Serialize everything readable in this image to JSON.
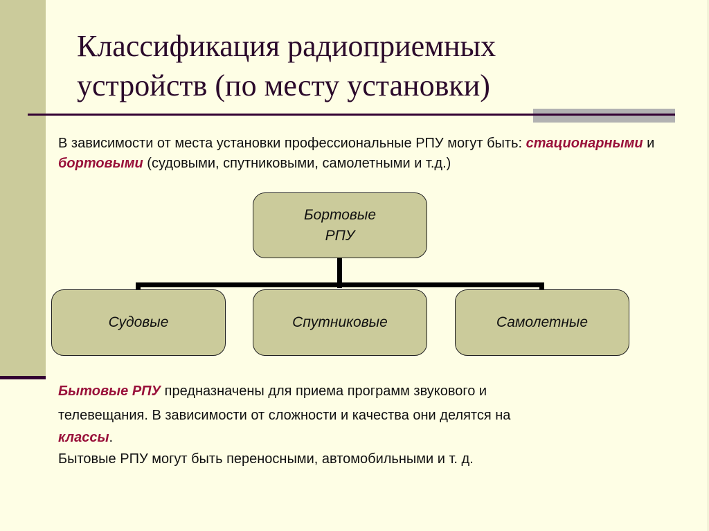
{
  "slide": {
    "title_line1": "Классификация радиоприемных",
    "title_line2": "устройств (по месту установки)",
    "intro": {
      "text_before": "В зависимости от места установки профессиональные РПУ могут быть: ",
      "accent1": "стационарными",
      "text_mid": " и ",
      "accent2": "бортовыми",
      "text_after": " (судовыми, спутниковыми, самолетными и т.д.)"
    },
    "diagram": {
      "root": {
        "line1": "Бортовые",
        "line2": "РПУ"
      },
      "children": [
        {
          "label": "Судовые"
        },
        {
          "label": "Спутниковые"
        },
        {
          "label": "Самолетные"
        }
      ]
    },
    "household": {
      "accent1": "Бытовые РПУ",
      "text1": " предназначены для приема программ звукового и",
      "line2": "телевещания. В зависимости от сложности и качества они делятся на",
      "accent2": "классы",
      "period": ".",
      "line4": "Бытовые РПУ могут быть переносными, автомобильными и т. д."
    },
    "colors": {
      "background": "#fefee5",
      "sidebar": "#cbcb9b",
      "box_fill": "#cbcb9b",
      "title": "#2b0a2b",
      "accent": "#99113a",
      "rule": "#330033",
      "grey_bar": "#b2b2b2"
    }
  }
}
